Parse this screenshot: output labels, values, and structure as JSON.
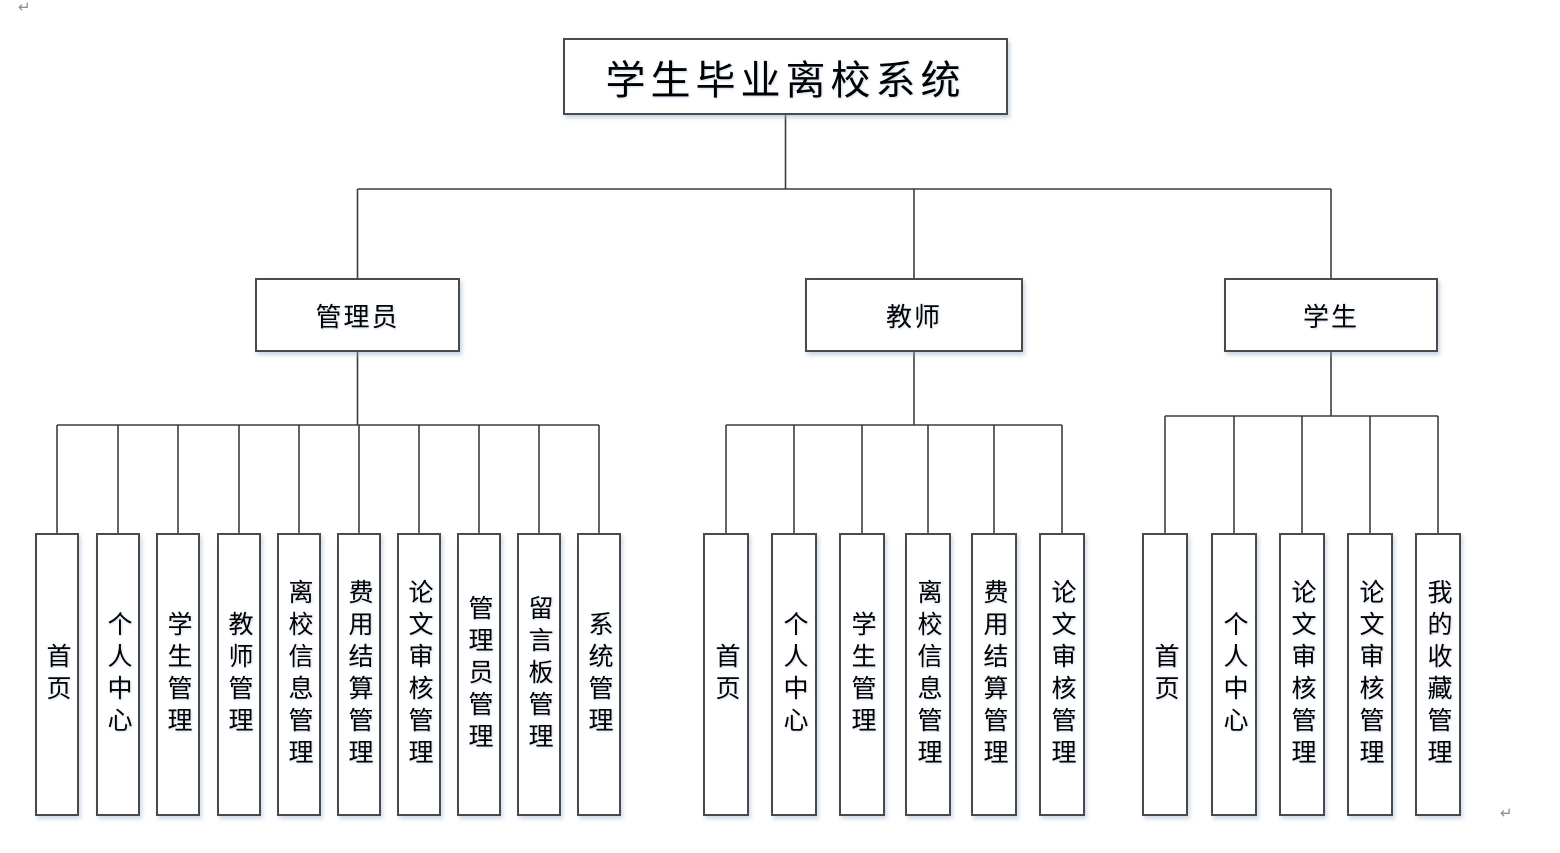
{
  "diagram": {
    "title": "学生毕业离校系统",
    "groups": [
      {
        "label": "管理员",
        "children": [
          "首页",
          "个人中心",
          "学生管理",
          "教师管理",
          "离校信息管理",
          "费用结算管理",
          "论文审核管理",
          "管理员管理",
          "留言板管理",
          "系统管理"
        ]
      },
      {
        "label": "教师",
        "children": [
          "首页",
          "个人中心",
          "学生管理",
          "离校信息管理",
          "费用结算管理",
          "论文审核管理"
        ]
      },
      {
        "label": "学生",
        "children": [
          "首页",
          "个人中心",
          "论文审核管理",
          "论文审核管理",
          "我的收藏管理"
        ]
      }
    ],
    "colors": {
      "line": "#3d3d3d",
      "box_border": "#4a4a4a",
      "shadow": "rgba(148,172,206,0.5)",
      "background": "#ffffff"
    }
  },
  "artifacts": {
    "return_mark_top": "↵",
    "return_mark_bottom": "↵"
  }
}
